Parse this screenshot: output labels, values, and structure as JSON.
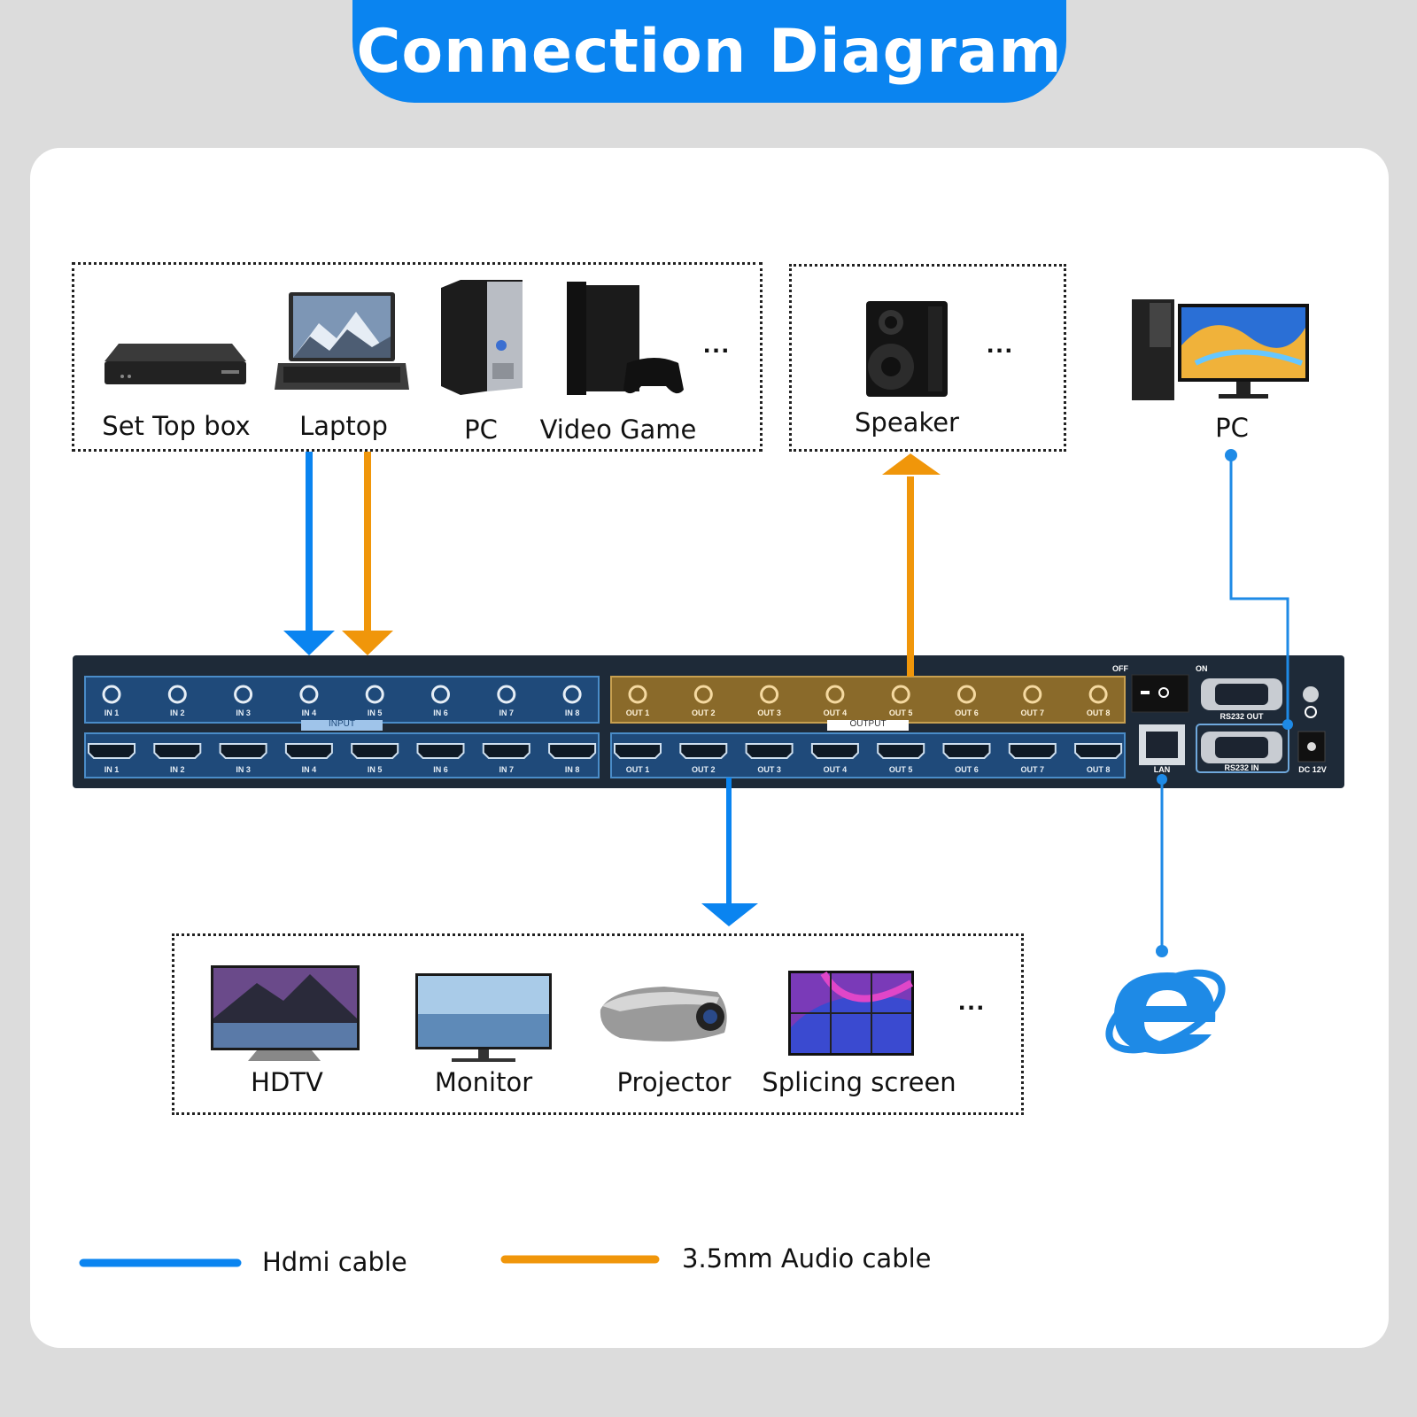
{
  "title": "Connection Diagram",
  "sources": {
    "items": [
      {
        "label": "Set Top box"
      },
      {
        "label": "Laptop"
      },
      {
        "label": "PC"
      },
      {
        "label": "Video Game"
      }
    ],
    "more": "..."
  },
  "audio_out": {
    "label": "Speaker",
    "more": "..."
  },
  "control_pc": {
    "label": "PC"
  },
  "displays": {
    "items": [
      {
        "label": "HDTV"
      },
      {
        "label": "Monitor"
      },
      {
        "label": "Projector"
      },
      {
        "label": "Splicing screen"
      }
    ],
    "more": "..."
  },
  "matrix": {
    "audio_in": [
      "IN 1",
      "IN 2",
      "IN 3",
      "IN 4",
      "IN 5",
      "IN 6",
      "IN 7",
      "IN 8"
    ],
    "hdmi_in": [
      "IN 1",
      "IN 2",
      "IN 3",
      "IN 4",
      "IN 5",
      "IN 6",
      "IN 7",
      "IN 8"
    ],
    "audio_out": [
      "OUT 1",
      "OUT 2",
      "OUT 3",
      "OUT 4",
      "OUT 5",
      "OUT 6",
      "OUT 7",
      "OUT 8"
    ],
    "hdmi_out": [
      "OUT 1",
      "OUT 2",
      "OUT 3",
      "OUT 4",
      "OUT 5",
      "OUT 6",
      "OUT 7",
      "OUT 8"
    ],
    "input_label": "INPUT",
    "output_label": "OUTPUT",
    "off_label": "OFF",
    "on_label": "ON",
    "rs232_out": "RS232 OUT",
    "rs232_in": "RS232 IN",
    "lan": "LAN",
    "dc": "DC 12V"
  },
  "legend": {
    "hdmi": {
      "label": "Hdmi cable",
      "color": "#0a84f0"
    },
    "audio": {
      "label": "3.5mm Audio cable",
      "color": "#f0960a"
    }
  },
  "colors": {
    "hdmi": "#0a84f0",
    "audio": "#f0960a",
    "title_bg": "#0a84f0"
  }
}
